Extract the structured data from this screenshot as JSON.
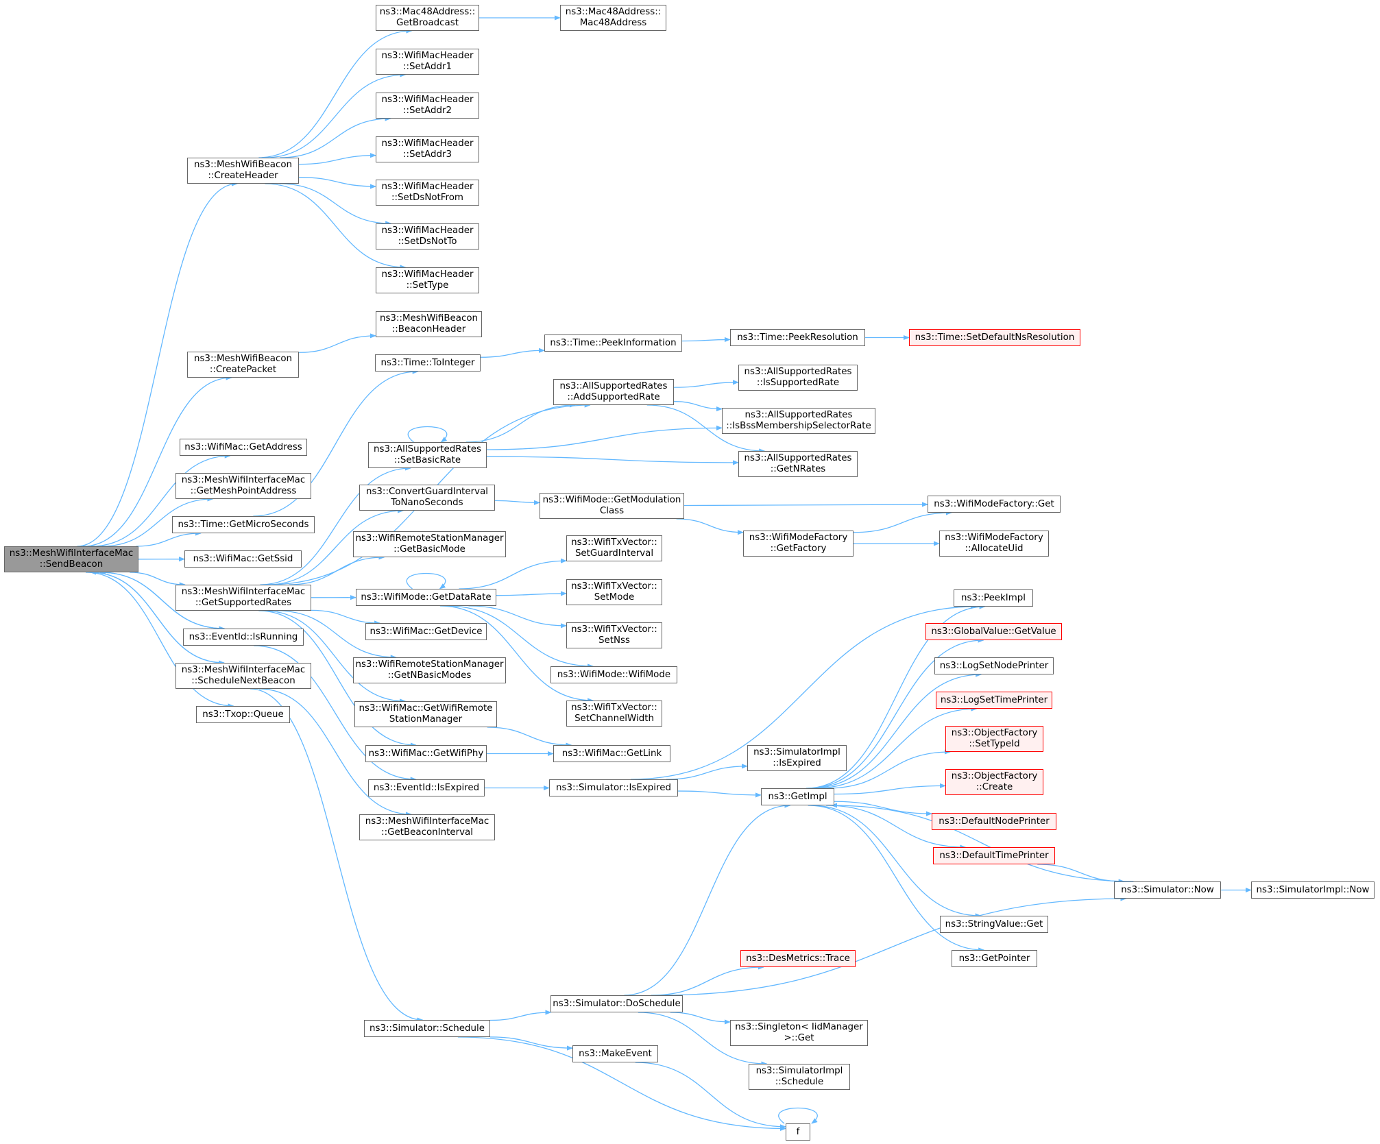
{
  "colors": {
    "edge": "#63b8ff",
    "border": "#666666",
    "root_fill": "#999999",
    "truncated_border": "#ff0000",
    "truncated_fill": "#fff0f0"
  },
  "nodes": {
    "sendbeacon": {
      "lines": [
        "ns3::MeshWifiInterfaceMac",
        "::SendBeacon"
      ],
      "root": true
    },
    "createheader": {
      "lines": [
        "ns3::MeshWifiBeacon",
        "::CreateHeader"
      ]
    },
    "createpacket": {
      "lines": [
        "ns3::MeshWifiBeacon",
        "::CreatePacket"
      ]
    },
    "wm_getaddress": {
      "lines": [
        "ns3::WifiMac::GetAddress"
      ]
    },
    "getmeshpointaddress": {
      "lines": [
        "ns3::MeshWifiInterfaceMac",
        "::GetMeshPointAddress"
      ]
    },
    "getmicroseconds": {
      "lines": [
        "ns3::Time::GetMicroSeconds"
      ]
    },
    "getssid": {
      "lines": [
        "ns3::WifiMac::GetSsid"
      ]
    },
    "getsupportedrates": {
      "lines": [
        "ns3::MeshWifiInterfaceMac",
        "::GetSupportedRates"
      ]
    },
    "isrunning": {
      "lines": [
        "ns3::EventId::IsRunning"
      ]
    },
    "schedulenextbeacon": {
      "lines": [
        "ns3::MeshWifiInterfaceMac",
        "::ScheduleNextBeacon"
      ]
    },
    "txopqueue": {
      "lines": [
        "ns3::Txop::Queue"
      ]
    },
    "getbroadcast": {
      "lines": [
        "ns3::Mac48Address::",
        "GetBroadcast"
      ]
    },
    "mac48address": {
      "lines": [
        "ns3::Mac48Address::",
        "Mac48Address"
      ]
    },
    "setaddr1": {
      "lines": [
        "ns3::WifiMacHeader",
        "::SetAddr1"
      ]
    },
    "setaddr2": {
      "lines": [
        "ns3::WifiMacHeader",
        "::SetAddr2"
      ]
    },
    "setaddr3": {
      "lines": [
        "ns3::WifiMacHeader",
        "::SetAddr3"
      ]
    },
    "setdsnotfrom": {
      "lines": [
        "ns3::WifiMacHeader",
        "::SetDsNotFrom"
      ]
    },
    "setdsnotto": {
      "lines": [
        "ns3::WifiMacHeader",
        "::SetDsNotTo"
      ]
    },
    "settype": {
      "lines": [
        "ns3::WifiMacHeader",
        "::SetType"
      ]
    },
    "beaconheader": {
      "lines": [
        "ns3::MeshWifiBeacon",
        "::BeaconHeader"
      ]
    },
    "tointeger": {
      "lines": [
        "ns3::Time::ToInteger"
      ]
    },
    "peekinformation": {
      "lines": [
        "ns3::Time::PeekInformation"
      ]
    },
    "peekresolution": {
      "lines": [
        "ns3::Time::PeekResolution"
      ]
    },
    "setdefaultnsresolution": {
      "lines": [
        "ns3::Time::SetDefaultNsResolution"
      ],
      "truncated": true
    },
    "addsupportedrate": {
      "lines": [
        "ns3::AllSupportedRates",
        "::AddSupportedRate"
      ]
    },
    "issupportedrate": {
      "lines": [
        "ns3::AllSupportedRates",
        "::IsSupportedRate"
      ]
    },
    "isbssmembership": {
      "lines": [
        "ns3::AllSupportedRates",
        "::IsBssMembershipSelectorRate"
      ]
    },
    "setbasicrate": {
      "lines": [
        "ns3::AllSupportedRates",
        "::SetBasicRate"
      ]
    },
    "getnrates": {
      "lines": [
        "ns3::AllSupportedRates",
        "::GetNRates"
      ]
    },
    "convertguardinterval": {
      "lines": [
        "ns3::ConvertGuardInterval",
        "ToNanoSeconds"
      ]
    },
    "getmodulationclass": {
      "lines": [
        "ns3::WifiMode::GetModulation",
        "Class"
      ]
    },
    "wifimodefactoryget": {
      "lines": [
        "ns3::WifiModeFactory::Get"
      ]
    },
    "getfactory": {
      "lines": [
        "ns3::WifiModeFactory",
        "::GetFactory"
      ]
    },
    "allocateuid": {
      "lines": [
        "ns3::WifiModeFactory",
        "::AllocateUid"
      ]
    },
    "getbasicmode": {
      "lines": [
        "ns3::WifiRemoteStationManager",
        "::GetBasicMode"
      ]
    },
    "getdatarate": {
      "lines": [
        "ns3::WifiMode::GetDataRate"
      ]
    },
    "setguardinterval": {
      "lines": [
        "ns3::WifiTxVector::",
        "SetGuardInterval"
      ]
    },
    "setmode": {
      "lines": [
        "ns3::WifiTxVector::",
        "SetMode"
      ]
    },
    "setnss": {
      "lines": [
        "ns3::WifiTxVector::",
        "SetNss"
      ]
    },
    "wifimodewifimode": {
      "lines": [
        "ns3::WifiMode::WifiMode"
      ]
    },
    "setchannelwidth": {
      "lines": [
        "ns3::WifiTxVector::",
        "SetChannelWidth"
      ]
    },
    "getdevice": {
      "lines": [
        "ns3::WifiMac::GetDevice"
      ]
    },
    "getnbasicmodes": {
      "lines": [
        "ns3::WifiRemoteStationManager",
        "::GetNBasicModes"
      ]
    },
    "getwifiremotestationmanager": {
      "lines": [
        "ns3::WifiMac::GetWifiRemote",
        "StationManager"
      ]
    },
    "getwifiphy": {
      "lines": [
        "ns3::WifiMac::GetWifiPhy"
      ]
    },
    "getlink": {
      "lines": [
        "ns3::WifiMac::GetLink"
      ]
    },
    "eventidisexpired": {
      "lines": [
        "ns3::EventId::IsExpired"
      ]
    },
    "simulatorisexpired": {
      "lines": [
        "ns3::Simulator::IsExpired"
      ]
    },
    "getbeaconinterval": {
      "lines": [
        "ns3::MeshWifiInterfaceMac",
        "::GetBeaconInterval"
      ]
    },
    "simimplisexpired": {
      "lines": [
        "ns3::SimulatorImpl",
        "::IsExpired"
      ]
    },
    "getimpl": {
      "lines": [
        "ns3::GetImpl"
      ]
    },
    "peekimpl": {
      "lines": [
        "ns3::PeekImpl"
      ]
    },
    "globalvaluegetvalue": {
      "lines": [
        "ns3::GlobalValue::GetValue"
      ],
      "truncated": true
    },
    "logsetnodeprinter": {
      "lines": [
        "ns3::LogSetNodePrinter"
      ]
    },
    "logsettimeprinter": {
      "lines": [
        "ns3::LogSetTimePrinter"
      ],
      "truncated": true
    },
    "objectfactorysettypeid": {
      "lines": [
        "ns3::ObjectFactory",
        "::SetTypeId"
      ],
      "truncated": true
    },
    "objectfactorycreate": {
      "lines": [
        "ns3::ObjectFactory",
        "::Create"
      ],
      "truncated": true
    },
    "defaultnodeprinter": {
      "lines": [
        "ns3::DefaultNodePrinter"
      ],
      "truncated": true
    },
    "defaulttimeprinter": {
      "lines": [
        "ns3::DefaultTimePrinter"
      ],
      "truncated": true
    },
    "simulatornow": {
      "lines": [
        "ns3::Simulator::Now"
      ]
    },
    "simimplnow": {
      "lines": [
        "ns3::SimulatorImpl::Now"
      ]
    },
    "stringvalueget": {
      "lines": [
        "ns3::StringValue::Get"
      ]
    },
    "getpointer": {
      "lines": [
        "ns3::GetPointer"
      ]
    },
    "desmetricstrace": {
      "lines": [
        "ns3::DesMetrics::Trace"
      ],
      "truncated": true
    },
    "simulatorschedule": {
      "lines": [
        "ns3::Simulator::Schedule"
      ]
    },
    "doschedule": {
      "lines": [
        "ns3::Simulator::DoSchedule"
      ]
    },
    "singletonget": {
      "lines": [
        "ns3::Singleton< IidManager",
        ">::Get"
      ]
    },
    "makeevent": {
      "lines": [
        "ns3::MakeEvent"
      ]
    },
    "simimplschedule": {
      "lines": [
        "ns3::SimulatorImpl",
        "::Schedule"
      ]
    },
    "f": {
      "lines": [
        "f"
      ]
    }
  },
  "edges": [
    [
      "sendbeacon",
      "createheader"
    ],
    [
      "sendbeacon",
      "createpacket"
    ],
    [
      "sendbeacon",
      "wm_getaddress"
    ],
    [
      "sendbeacon",
      "getmeshpointaddress"
    ],
    [
      "sendbeacon",
      "getmicroseconds"
    ],
    [
      "sendbeacon",
      "getssid"
    ],
    [
      "sendbeacon",
      "getsupportedrates"
    ],
    [
      "sendbeacon",
      "isrunning"
    ],
    [
      "sendbeacon",
      "schedulenextbeacon"
    ],
    [
      "sendbeacon",
      "txopqueue"
    ],
    [
      "schedulenextbeacon",
      "sendbeacon"
    ],
    [
      "isrunning",
      "sendbeacon"
    ],
    [
      "createheader",
      "getbroadcast"
    ],
    [
      "getbroadcast",
      "mac48address"
    ],
    [
      "createheader",
      "setaddr1"
    ],
    [
      "createheader",
      "setaddr2"
    ],
    [
      "createheader",
      "setaddr3"
    ],
    [
      "createheader",
      "setdsnotfrom"
    ],
    [
      "createheader",
      "setdsnotto"
    ],
    [
      "createheader",
      "settype"
    ],
    [
      "createpacket",
      "beaconheader"
    ],
    [
      "getmicroseconds",
      "tointeger"
    ],
    [
      "tointeger",
      "peekinformation"
    ],
    [
      "peekinformation",
      "peekresolution"
    ],
    [
      "peekresolution",
      "setdefaultnsresolution"
    ],
    [
      "getsupportedrates",
      "addsupportedrate"
    ],
    [
      "getsupportedrates",
      "setbasicrate"
    ],
    [
      "getsupportedrates",
      "convertguardinterval"
    ],
    [
      "getsupportedrates",
      "getbasicmode"
    ],
    [
      "getsupportedrates",
      "getdatarate"
    ],
    [
      "getsupportedrates",
      "getdevice"
    ],
    [
      "getsupportedrates",
      "getnbasicmodes"
    ],
    [
      "getsupportedrates",
      "getwifiremotestationmanager"
    ],
    [
      "getsupportedrates",
      "getwifiphy"
    ],
    [
      "addsupportedrate",
      "issupportedrate"
    ],
    [
      "addsupportedrate",
      "isbssmembership"
    ],
    [
      "addsupportedrate",
      "getnrates"
    ],
    [
      "setbasicrate",
      "addsupportedrate"
    ],
    [
      "setbasicrate",
      "isbssmembership"
    ],
    [
      "setbasicrate",
      "getnrates"
    ],
    [
      "setbasicrate",
      "setbasicrate"
    ],
    [
      "convertguardinterval",
      "getmodulationclass"
    ],
    [
      "getmodulationclass",
      "wifimodefactoryget"
    ],
    [
      "getmodulationclass",
      "getfactory"
    ],
    [
      "getfactory",
      "wifimodefactoryget"
    ],
    [
      "getfactory",
      "allocateuid"
    ],
    [
      "getdatarate",
      "setguardinterval"
    ],
    [
      "getdatarate",
      "setmode"
    ],
    [
      "getdatarate",
      "setnss"
    ],
    [
      "getdatarate",
      "wifimodewifimode"
    ],
    [
      "getdatarate",
      "setchannelwidth"
    ],
    [
      "getdatarate",
      "getdatarate"
    ],
    [
      "getwifiremotestationmanager",
      "getlink"
    ],
    [
      "getwifiphy",
      "getlink"
    ],
    [
      "isrunning",
      "eventidisexpired"
    ],
    [
      "schedulenextbeacon",
      "getbeaconinterval"
    ],
    [
      "schedulenextbeacon",
      "simulatorschedule"
    ],
    [
      "eventidisexpired",
      "simulatorisexpired"
    ],
    [
      "simulatorisexpired",
      "simimplisexpired"
    ],
    [
      "simulatorisexpired",
      "getimpl"
    ],
    [
      "simulatorisexpired",
      "peekimpl"
    ],
    [
      "getimpl",
      "peekimpl"
    ],
    [
      "getimpl",
      "globalvaluegetvalue"
    ],
    [
      "getimpl",
      "logsetnodeprinter"
    ],
    [
      "getimpl",
      "logsettimeprinter"
    ],
    [
      "getimpl",
      "objectfactorysettypeid"
    ],
    [
      "getimpl",
      "objectfactorycreate"
    ],
    [
      "getimpl",
      "defaultnodeprinter"
    ],
    [
      "getimpl",
      "defaulttimeprinter"
    ],
    [
      "getimpl",
      "stringvalueget"
    ],
    [
      "getimpl",
      "getpointer"
    ],
    [
      "defaulttimeprinter",
      "simulatornow"
    ],
    [
      "simulatornow",
      "simimplnow"
    ],
    [
      "simulatornow",
      "getimpl"
    ],
    [
      "simulatorschedule",
      "doschedule"
    ],
    [
      "simulatorschedule",
      "makeevent"
    ],
    [
      "simulatorschedule",
      "f"
    ],
    [
      "doschedule",
      "getimpl"
    ],
    [
      "doschedule",
      "desmetricstrace"
    ],
    [
      "doschedule",
      "simulatornow"
    ],
    [
      "doschedule",
      "singletonget"
    ],
    [
      "doschedule",
      "simimplschedule"
    ],
    [
      "makeevent",
      "f"
    ],
    [
      "f",
      "f"
    ]
  ]
}
